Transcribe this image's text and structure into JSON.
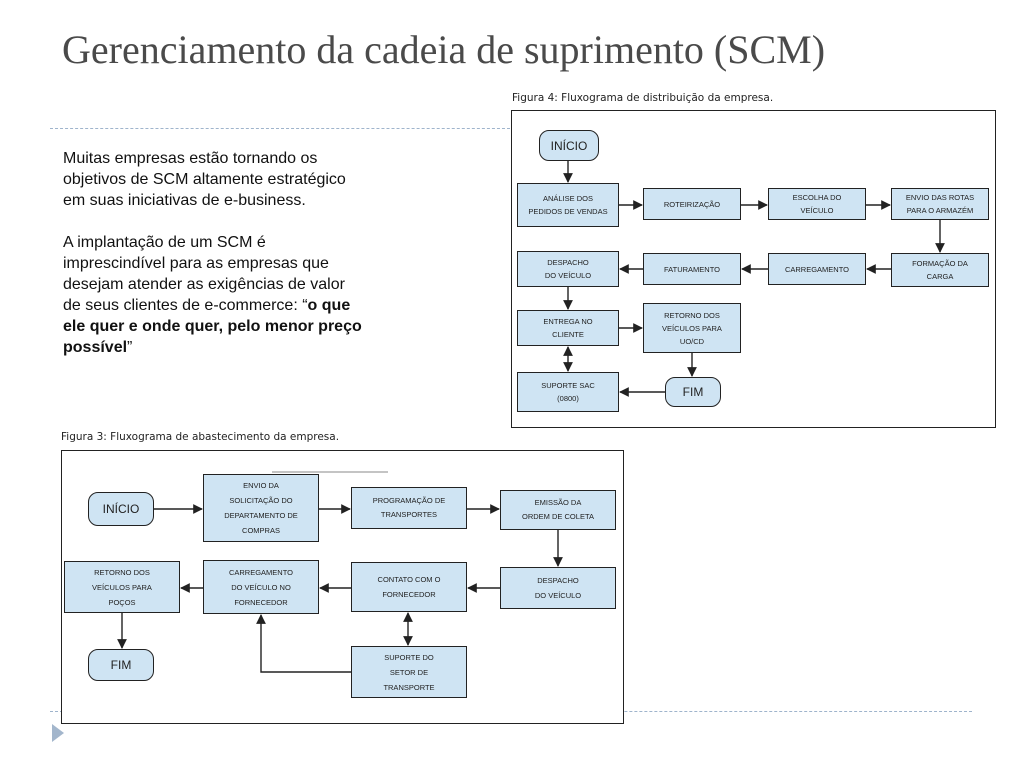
{
  "slide": {
    "title": "Gerenciamento da cadeia de suprimento (SCM)",
    "paragraph1": "Muitas empresas estão tornando os objetivos de SCM altamente estratégico em suas iniciativas de e-business.",
    "paragraph2_pre": "A implantação de um SCM é imprescindível para as empresas que desejam atender as exigências de valor de seus clientes de e-commerce: “",
    "paragraph2_bold": "o que ele quer e onde quer, pelo menor preço possível",
    "paragraph2_post": "”"
  },
  "figure4": {
    "caption": "Figura 4: Fluxograma de distribuição da empresa.",
    "start": "INÍCIO",
    "analise": "ANÁLISE DOS\nPEDIDOS DE VENDAS",
    "roteirizacao": "ROTEIRIZAÇÃO",
    "escolha": "ESCOLHA DO\nVEÍCULO",
    "envio_rotas": "ENVIO DAS ROTAS\nPARA O ARMAZÉM",
    "formacao": "FORMAÇÃO DA\nCARGA",
    "carregamento": "CARREGAMENTO",
    "faturamento": "FATURAMENTO",
    "despacho": "DESPACHO\nDO VEÍCULO",
    "entrega": "ENTREGA NO\nCLIENTE",
    "retorno": "RETORNO DOS\nVEÍCULOS PARA\nUO/CD",
    "suporte": "SUPORTE SAC\n(0800)",
    "end": "FIM"
  },
  "figure3": {
    "caption": "Figura 3: Fluxograma de abastecimento da empresa.",
    "start": "INÍCIO",
    "envio": "ENVIO DA\nSOLICITAÇÃO DO\nDEPARTAMENTO DE\nCOMPRAS",
    "programacao": "PROGRAMAÇÃO DE\nTRANSPORTES",
    "emissao": "EMISSÃO DA\nORDEM DE COLETA",
    "despacho": "DESPACHO\nDO VEÍCULO",
    "contato": "CONTATO COM O\nFORNECEDOR",
    "carregamento": "CARREGAMENTO\nDO VEÍCULO  NO\nFORNECEDOR",
    "retorno": "RETORNO DOS\nVEÍCULOS PARA\nPOÇOS",
    "suporte": "SUPORTE DO\nSETOR DE\nTRANSPORTE",
    "end": "FIM"
  },
  "colors": {
    "box_fill": "#cfe4f3",
    "title": "#4a4a4a",
    "accent": "#a3b6cc"
  },
  "icons": {
    "bullet": "triangle-bullet-icon"
  }
}
